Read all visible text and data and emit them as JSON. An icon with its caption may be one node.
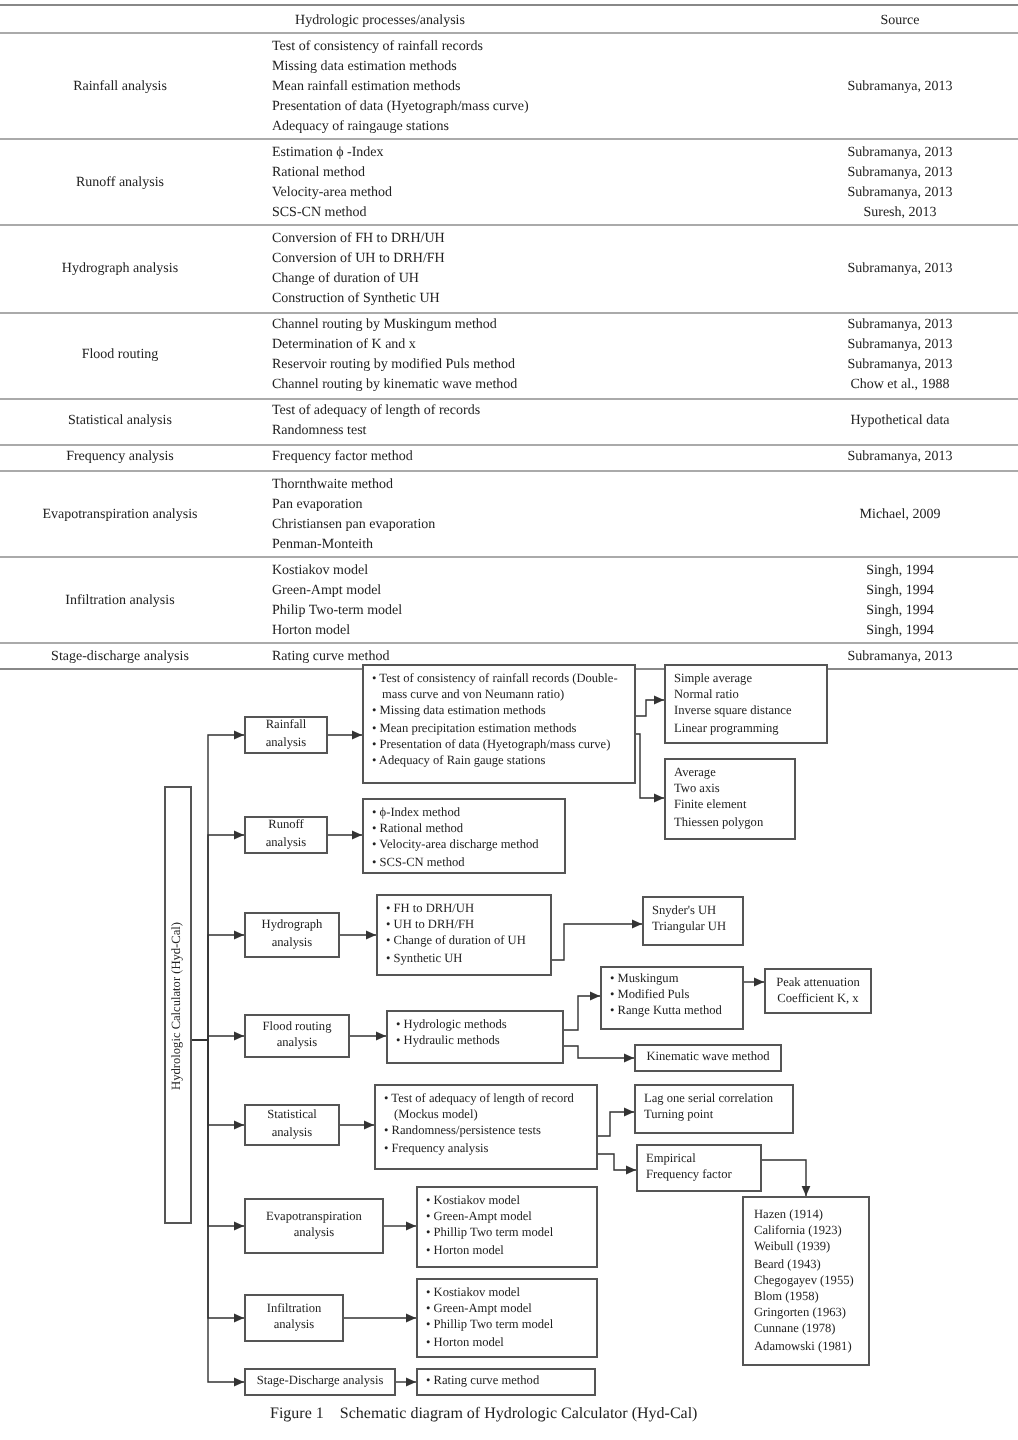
{
  "diagram": {
    "caption": "Figure 1    Schematic diagram of Hydrologic Calculator (Hyd-Cal)",
    "nodes": [
      {
        "text": [
          "Hydrologic Calculator (Hyd-Cal)"
        ]
      },
      {
        "text": [
          "Rainfall analysis"
        ]
      },
      {
        "text": [
          "• Test of consistency of rainfall records (Double-mass curve and von Neumann ratio)",
          "• Missing data estimation methods",
          "• Mean precipitation estimation methods",
          "• Presentation of data (Hyetograph/mass curve)",
          "• Adequacy of Rain gauge stations"
        ]
      },
      {
        "text": [
          "Simple average",
          "Normal ratio",
          "Inverse square distance",
          "Linear programming"
        ]
      },
      {
        "text": [
          "Average",
          "Two axis",
          "Finite element",
          "Thiessen polygon"
        ]
      },
      {
        "text": [
          "Runoff analysis"
        ]
      },
      {
        "text": [
          "• ϕ-Index method",
          "• Rational method",
          "• Velocity-area discharge method",
          "• SCS-CN method"
        ]
      },
      {
        "text": [
          "Hydrograph analysis"
        ]
      },
      {
        "text": [
          "• FH to DRH/UH",
          "• UH to DRH/FH",
          "• Change of duration of UH",
          "• Synthetic UH"
        ]
      },
      {
        "text": [
          "Snyder's UH",
          "Triangular UH"
        ]
      },
      {
        "text": [
          "Flood routing analysis"
        ]
      },
      {
        "text": [
          "• Hydrologic methods",
          "• Hydraulic methods"
        ]
      },
      {
        "text": [
          "• Muskingum",
          "• Modified Puls",
          "• Range Kutta method"
        ]
      },
      {
        "text": [
          "Peak attenuation",
          "Coefficient K, x"
        ]
      },
      {
        "text": [
          "Kinematic wave method"
        ]
      },
      {
        "text": [
          "Statistical analysis"
        ]
      },
      {
        "text": [
          "• Test of adequacy of length of record (Mockus model)",
          "• Randomness/persistence tests",
          "• Frequency analysis"
        ]
      },
      {
        "text": [
          "Lag one serial correlation",
          "Turning point"
        ]
      },
      {
        "text": [
          "Empirical",
          "Frequency factor"
        ]
      },
      {
        "text": [
          "Hazen (1914)",
          "California (1923)",
          "Weibull (1939)",
          "Beard (1943)",
          "Chegogayev (1955)",
          "Blom (1958)",
          "Gringorten (1963)",
          "Cunnane (1978)",
          "Adamowski (1981)"
        ]
      },
      {
        "text": [
          "Evapotranspiration analysis"
        ]
      },
      {
        "text": [
          "• Kostiakov model",
          "• Green-Ampt model",
          "• Phillip Two term model",
          "• Horton model"
        ]
      },
      {
        "text": [
          "Infiltration analysis"
        ]
      },
      {
        "text": [
          "• Kostiakov model",
          "• Green-Ampt model",
          "• Phillip Two term model",
          "• Horton model"
        ]
      },
      {
        "text": [
          "Stage-Discharge analysis"
        ]
      },
      {
        "text": [
          "• Rating curve method"
        ]
      }
    ],
    "edges": [
      {
        "from": 0,
        "to": 1,
        "arrow": "to"
      },
      {
        "from": 0,
        "to": 5,
        "arrow": "to"
      },
      {
        "from": 0,
        "to": 7,
        "arrow": "to"
      },
      {
        "from": 0,
        "to": 10,
        "arrow": "to"
      },
      {
        "from": 0,
        "to": 15,
        "arrow": "to"
      },
      {
        "from": 0,
        "to": 20,
        "arrow": "to"
      },
      {
        "from": 0,
        "to": 22,
        "arrow": "to"
      },
      {
        "from": 0,
        "to": 24,
        "arrow": "to"
      },
      {
        "from": 1,
        "to": 2,
        "arrow": "to"
      },
      {
        "from": 2,
        "to": 3,
        "arrow": "to"
      },
      {
        "from": 2,
        "to": 4,
        "arrow": "to"
      },
      {
        "from": 5,
        "to": 6,
        "arrow": "to"
      },
      {
        "from": 7,
        "to": 8,
        "arrow": "to"
      },
      {
        "from": 8,
        "to": 9,
        "arrow": "to"
      },
      {
        "from": 10,
        "to": 11,
        "arrow": "to"
      },
      {
        "from": 11,
        "to": 12,
        "arrow": "to"
      },
      {
        "from": 11,
        "to": 14,
        "arrow": "to"
      },
      {
        "from": 12,
        "to": 13,
        "arrow": "to"
      },
      {
        "from": 15,
        "to": 16,
        "arrow": "to"
      },
      {
        "from": 16,
        "to": 17,
        "arrow": "to"
      },
      {
        "from": 16,
        "to": 18,
        "arrow": "to"
      },
      {
        "from": 18,
        "to": 19,
        "arrow": "to"
      },
      {
        "from": 20,
        "to": 21,
        "arrow": "to"
      },
      {
        "from": 22,
        "to": 23,
        "arrow": "to"
      },
      {
        "from": 24,
        "to": 25,
        "arrow": "to"
      }
    ],
    "labels": [
      "Hydrologic processes/analysis",
      "Source",
      "Rainfall analysis",
      "Test of consistency of rainfall records",
      "Missing data estimation methods",
      "Mean rainfall estimation methods",
      "Presentation of data (Hyetograph/mass curve)",
      "Adequacy of raingauge stations",
      "Subramanya, 2013",
      "Runoff analysis",
      "Estimation ϕ -Index",
      "Rational method",
      "Velocity-area method",
      "SCS-CN method",
      "Subramanya, 2013",
      "Subramanya, 2013",
      "Subramanya, 2013",
      "Suresh, 2013",
      "Hydrograph analysis",
      "Conversion of FH to DRH/UH",
      "Conversion of UH to DRH/FH",
      "Change of duration of UH",
      "Construction of Synthetic UH",
      "Subramanya, 2013",
      "Flood routing",
      "Channel routing by Muskingum method",
      "Determination of K and x",
      "Reservoir routing by modified Puls method",
      "Channel routing by kinematic wave method",
      "Subramanya, 2013",
      "Subramanya, 2013",
      "Subramanya, 2013",
      "Chow et al., 1988",
      "Statistical analysis",
      "Test of adequacy of length of records",
      "Randomness test",
      "Hypothetical data",
      "Frequency analysis",
      "Frequency factor method",
      "Subramanya, 2013",
      "Evapotranspiration analysis",
      "Thornthwaite method",
      "Pan evaporation",
      "Christiansen pan evaporation",
      "Penman-Monteith",
      "Michael, 2009",
      "Infiltration analysis",
      "Kostiakov model",
      "Green-Ampt model",
      "Philip Two-term model",
      "Horton model",
      "Singh, 1994",
      "Singh, 1994",
      "Singh, 1994",
      "Singh, 1994",
      "Stage-discharge analysis",
      "Rating curve method",
      "Subramanya, 2013"
    ]
  }
}
